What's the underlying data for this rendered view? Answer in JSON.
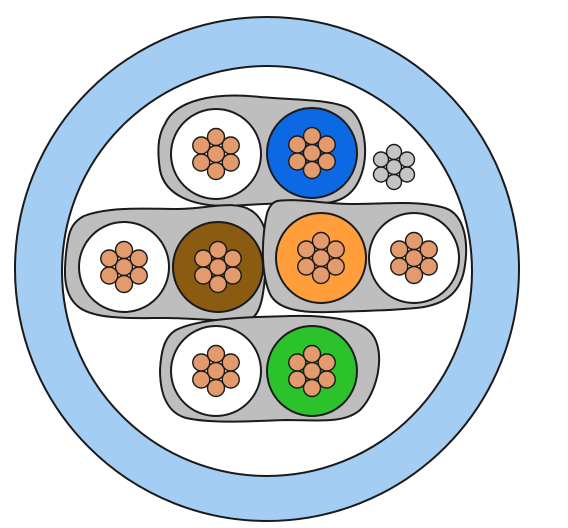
{
  "colors": {
    "jacket": "#a4cdf4",
    "outline": "#1a1a1a",
    "filler": "#ffffff",
    "pair_tape": "#bebebe",
    "strand_copper": "#e39a6d",
    "strand_silver": "#c4c4c4",
    "insulation_white": "#ffffff",
    "insulation_blue": "#0c69e3",
    "insulation_brown": "#8b5b11",
    "insulation_orange": "#ff9e3b",
    "insulation_green": "#2cc22b"
  },
  "pairs": [
    {
      "id": "blue-pair",
      "conductors": [
        "white",
        "blue"
      ]
    },
    {
      "id": "brown-pair",
      "conductors": [
        "white",
        "brown"
      ]
    },
    {
      "id": "orange-pair",
      "conductors": [
        "orange",
        "white"
      ]
    },
    {
      "id": "green-pair",
      "conductors": [
        "white",
        "green"
      ]
    }
  ],
  "drain_wire": {
    "strand": "silver"
  }
}
